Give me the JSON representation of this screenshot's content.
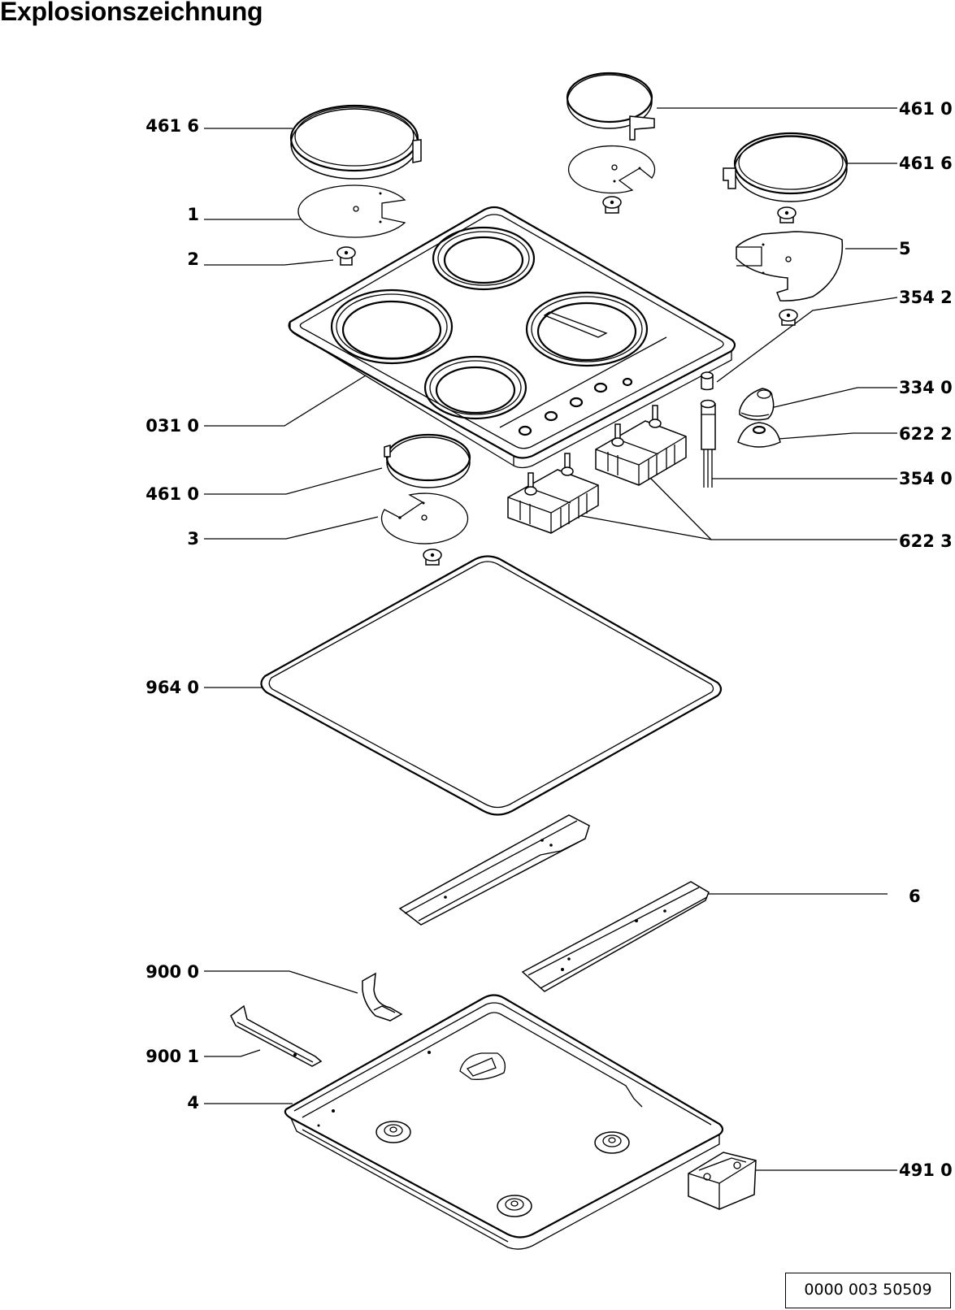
{
  "title": "Explosionszeichnung",
  "document_id": "0000 003 50509",
  "labels": {
    "left": [
      {
        "id": "l1",
        "text": "461 6",
        "part": "hotplate-large-left"
      },
      {
        "id": "l2",
        "text": "1",
        "part": "heat-shield-1"
      },
      {
        "id": "l3",
        "text": "2",
        "part": "fixing-nut"
      },
      {
        "id": "l4",
        "text": "031 0",
        "part": "hob-top-frame"
      },
      {
        "id": "l5",
        "text": "461 0",
        "part": "hotplate-small-front"
      },
      {
        "id": "l6",
        "text": "3",
        "part": "heat-shield-3"
      },
      {
        "id": "l7",
        "text": "964 0",
        "part": "gasket"
      },
      {
        "id": "l8",
        "text": "900 0",
        "part": "fixing-bracket"
      },
      {
        "id": "l9",
        "text": "900 1",
        "part": "fixing-rail-short"
      },
      {
        "id": "l10",
        "text": "4",
        "part": "bottom-tray"
      }
    ],
    "right": [
      {
        "id": "r1",
        "text": "461 0",
        "part": "hotplate-small-rear"
      },
      {
        "id": "r2",
        "text": "461 6",
        "part": "hotplate-large-right"
      },
      {
        "id": "r3",
        "text": "5",
        "part": "heat-shield-5"
      },
      {
        "id": "r4",
        "text": "354 2",
        "part": "indicator-lamp-cap"
      },
      {
        "id": "r5",
        "text": "334 0",
        "part": "control-knob"
      },
      {
        "id": "r6",
        "text": "622 2",
        "part": "knob-ring"
      },
      {
        "id": "r7",
        "text": "354 0",
        "part": "indicator-lamp"
      },
      {
        "id": "r8",
        "text": "622 3",
        "part": "energy-regulators"
      },
      {
        "id": "r9",
        "text": "6",
        "part": "mounting-rails"
      },
      {
        "id": "r10",
        "text": "491 0",
        "part": "terminal-box"
      }
    ]
  }
}
